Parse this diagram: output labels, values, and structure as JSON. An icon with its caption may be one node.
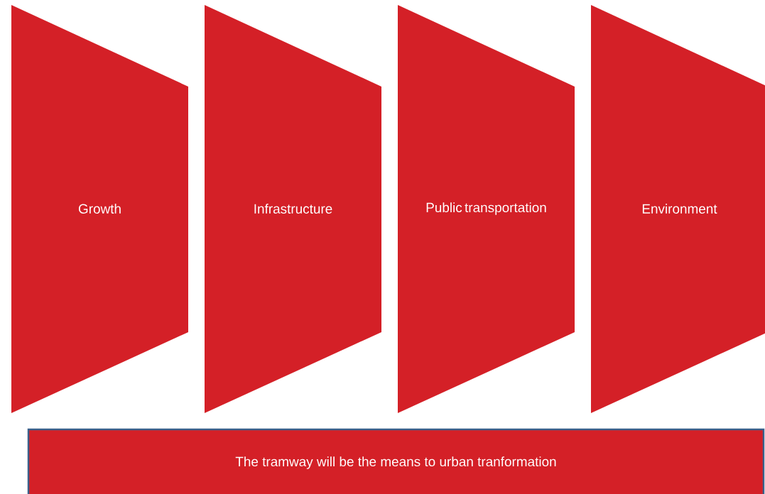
{
  "diagram": {
    "nodes": [
      {
        "text": [
          "Growth"
        ]
      },
      {
        "text": [
          "Infrastructure"
        ]
      },
      {
        "text": [
          "Public transportation"
        ]
      },
      {
        "text": [
          "Environment"
        ]
      },
      {
        "text": [
          "The tramway will be the means to urban tranformation"
        ]
      }
    ]
  }
}
